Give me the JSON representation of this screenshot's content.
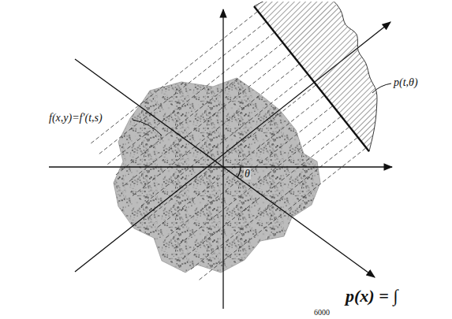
{
  "diagram": {
    "labels": [
      "f(x,y)=f'(t,s)",
      "p(t,θ)",
      "θ",
      "p(x) = ∫",
      "6000"
    ]
  }
}
